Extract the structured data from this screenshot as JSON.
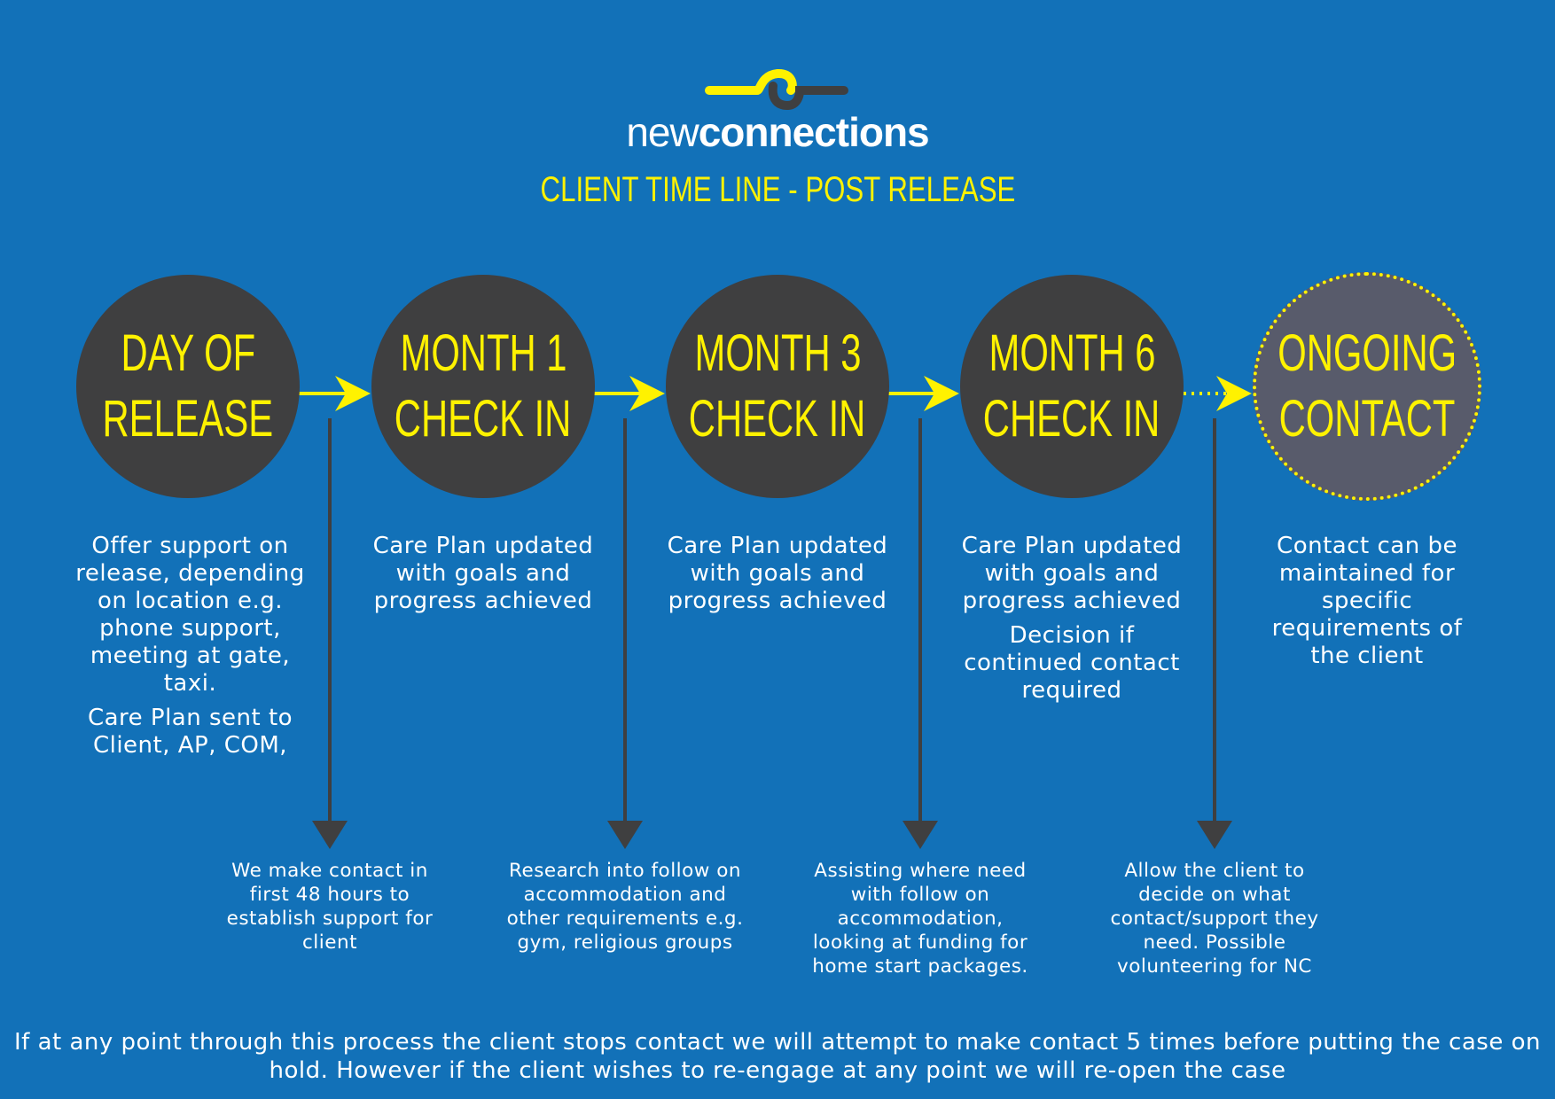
{
  "header": {
    "brand_light": "new",
    "brand_bold": "connections",
    "subtitle": "CLIENT TIME LINE - POST RELEASE"
  },
  "colors": {
    "background": "#1271b8",
    "circle": "#3f3f40",
    "ongoing": "#585b6b",
    "accent": "#fff200"
  },
  "stages": [
    {
      "line1": "DAY OF",
      "line2": "RELEASE",
      "desc": [
        "Offer support on release, depending on location e.g. phone support, meeting at gate, taxi.",
        "Care Plan sent to Client, AP, COM,"
      ]
    },
    {
      "line1": "MONTH 1",
      "line2": "CHECK IN",
      "desc": [
        "Care Plan updated with goals and progress achieved"
      ]
    },
    {
      "line1": "MONTH 3",
      "line2": "CHECK IN",
      "desc": [
        "Care Plan updated with goals and progress achieved"
      ]
    },
    {
      "line1": "MONTH 6",
      "line2": "CHECK IN",
      "desc": [
        "Care Plan updated with goals and progress achieved",
        "Decision if continued contact required"
      ]
    },
    {
      "line1": "ONGOING",
      "line2": "CONTACT",
      "desc": [
        "Contact can be maintained for specific requirements of the client"
      ]
    }
  ],
  "between": [
    "We make contact in first 48 hours to establish support for client",
    "Research into follow on accommodation and other requirements e.g. gym, religious groups",
    "Assisting where need with follow on accommodation, looking at funding for home start packages.",
    "Allow the client to decide on what contact/support they need. Possible volunteering for NC"
  ],
  "footer": "If at any point through this process the client stops contact we will attempt to make contact 5 times before putting the case on hold. However if the client wishes to re-engage at any point we will re-open the case"
}
